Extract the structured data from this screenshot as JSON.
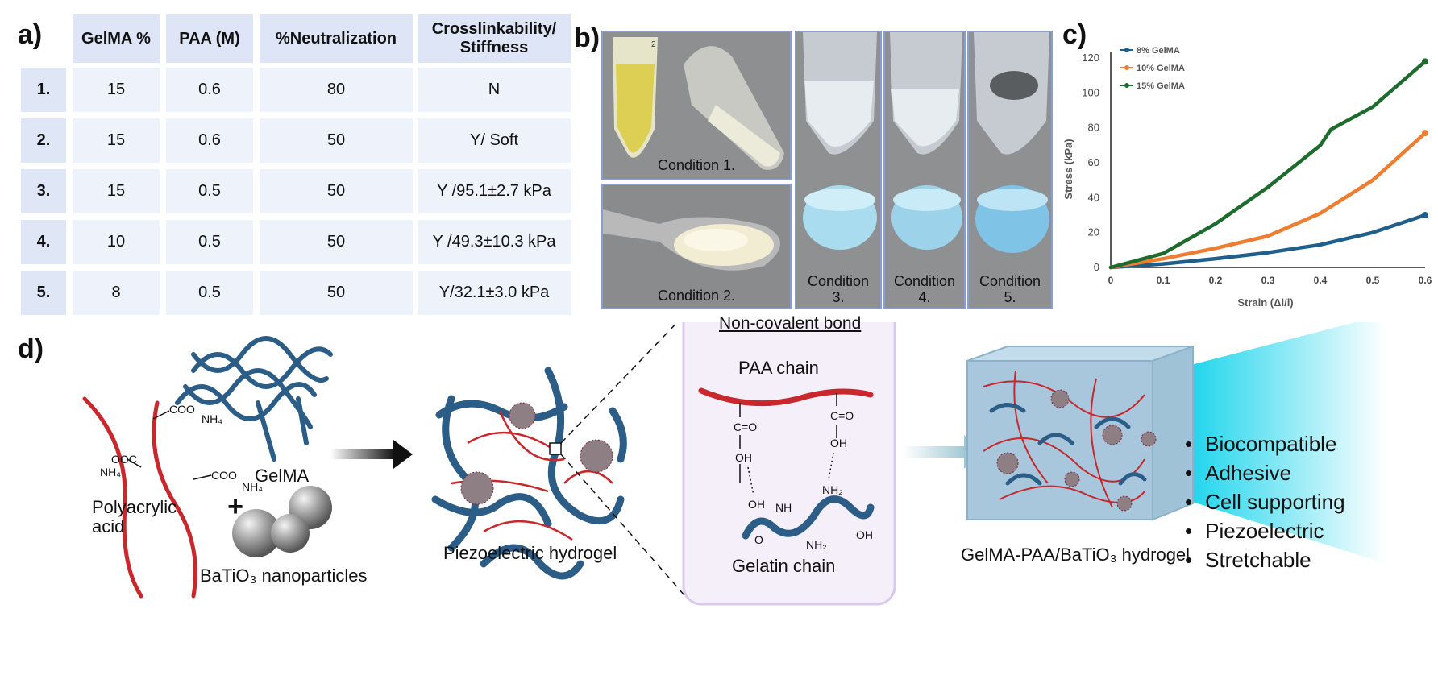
{
  "labels": {
    "a": "a)",
    "b": "b)",
    "c": "c)",
    "d": "d)"
  },
  "table": {
    "headers": [
      "GelMA %",
      "PAA (M)",
      "%Neutralization",
      "Crosslinkability/ Stiffness"
    ],
    "rows": [
      {
        "idx": "1.",
        "gelma": "15",
        "paa": "0.6",
        "neut": "80",
        "stiff": "N"
      },
      {
        "idx": "2.",
        "gelma": "15",
        "paa": "0.6",
        "neut": "50",
        "stiff": "Y/ Soft"
      },
      {
        "idx": "3.",
        "gelma": "15",
        "paa": "0.5",
        "neut": "50",
        "stiff": "Y /95.1±2.7 kPa"
      },
      {
        "idx": "4.",
        "gelma": "10",
        "paa": "0.5",
        "neut": "50",
        "stiff": "Y /49.3±10.3 kPa"
      },
      {
        "idx": "5.",
        "gelma": "8",
        "paa": "0.5",
        "neut": "50",
        "stiff": "Y/32.1±3.0 kPa"
      }
    ]
  },
  "photos": {
    "cond1": "Condition 1.",
    "cond2": "Condition 2.",
    "cond3": "Condition 3.",
    "cond4": "Condition 4.",
    "cond5": "Condition 5.",
    "tube_mark": "2"
  },
  "chart_data": {
    "type": "line",
    "xlabel": "Strain (Δl/l)",
    "ylabel": "Stress (kPa)",
    "xlim": [
      0,
      0.6
    ],
    "ylim": [
      0,
      120
    ],
    "xticks": [
      "0",
      "0.1",
      "0.2",
      "0.3",
      "0.4",
      "0.5",
      "0.6"
    ],
    "yticks": [
      "0",
      "20",
      "40",
      "60",
      "80",
      "100",
      "120"
    ],
    "legend_position": "top-left",
    "series": [
      {
        "name": "8% GelMA",
        "color": "#1f5f8b",
        "x": [
          0,
          0.1,
          0.2,
          0.3,
          0.4,
          0.5,
          0.6
        ],
        "y": [
          0,
          2,
          5,
          8.5,
          13,
          20,
          30
        ]
      },
      {
        "name": "10% GelMA",
        "color": "#ed7d31",
        "x": [
          0,
          0.1,
          0.2,
          0.3,
          0.4,
          0.5,
          0.6
        ],
        "y": [
          0,
          5,
          11,
          18,
          31,
          50,
          77
        ]
      },
      {
        "name": "15% GelMA",
        "color": "#1e6b2e",
        "x": [
          0,
          0.1,
          0.2,
          0.3,
          0.4,
          0.42,
          0.5,
          0.6
        ],
        "y": [
          0,
          8,
          25,
          46,
          70,
          79,
          92,
          118
        ]
      }
    ]
  },
  "diagram": {
    "gelma": "GelMA",
    "polyacrylic": "Polyacrylic acid",
    "nanoparticles": "BaTiO₃ nanoparticles",
    "plus": "+",
    "coo": "COO",
    "nh4": "NH₄",
    "ooc": "OOC",
    "piezo_hydrogel": "Piezoelectric hydrogel",
    "noncovalent": "Non-covalent bond",
    "paa_chain": "PAA chain",
    "gelatin_chain": "Gelatin chain",
    "co": "C=O",
    "oh": "OH",
    "nh2": "NH₂",
    "nh": "NH",
    "o": "O",
    "final": "GelMA-PAA/BaTiO₃ hydrogel",
    "properties": [
      "Biocompatible",
      "Adhesive",
      "Cell supporting",
      "Piezoelectric",
      "Stretchable"
    ],
    "colors": {
      "blue_chain": "#2b5d87",
      "red_chain": "#c8272c",
      "cyan_glow": "#19d4ec",
      "cube": "#a8c6dc"
    }
  }
}
